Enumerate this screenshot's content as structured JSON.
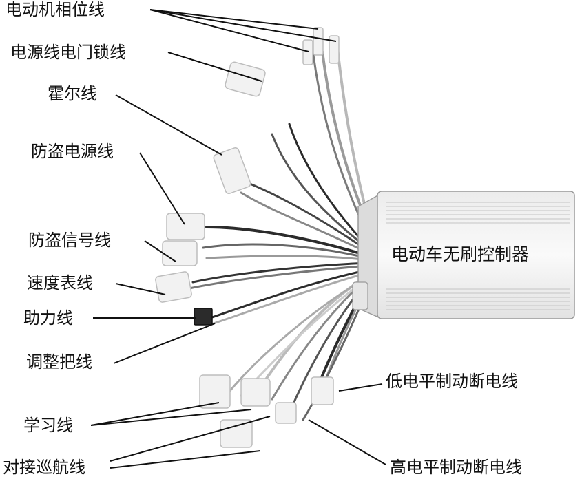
{
  "diagram": {
    "controller": "电动车无刷控制器",
    "labels": {
      "motor_phase": "电动机相位线",
      "power_lock": "电源线电门锁线",
      "hall": "霍尔线",
      "antitheft_power": "防盗电源线",
      "antitheft_signal": "防盗信号线",
      "speedometer": "速度表线",
      "assist": "助力线",
      "throttle": "调整把线",
      "learning": "学习线",
      "cruise": "对接巡航线",
      "low_brake": "低电平制动断电线",
      "high_brake": "高电平制动断电线"
    }
  },
  "colors": {
    "ink": "#111111",
    "wire_dark": "#2b2b2b",
    "wire_mid": "#7a7a7a",
    "wire_light": "#b8b8b8",
    "connector": "#f2f2f2",
    "housing": "#f4f4f4",
    "housing_edge": "#9a9a9a"
  }
}
